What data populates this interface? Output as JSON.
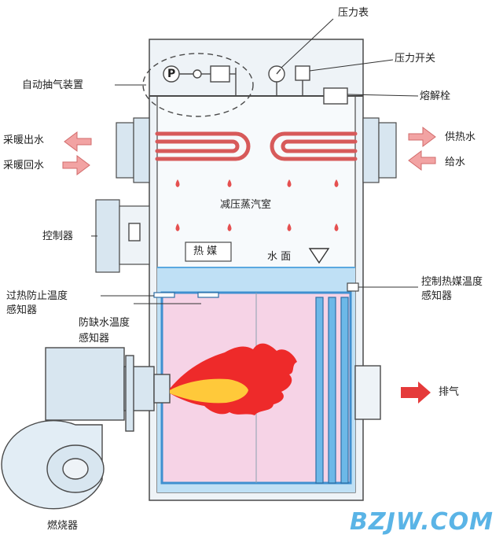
{
  "labels": {
    "pressure_gauge": "压力表",
    "pressure_switch": "压力开关",
    "auto_deaerator": "自动抽气装置",
    "fusible_plug": "熔解栓",
    "heating_outlet": "采暖出水",
    "heating_return": "采暖回水",
    "hot_water_supply": "供热水",
    "water_feed": "给水",
    "vacuum_steam_chamber": "减压蒸汽室",
    "controller": "控制器",
    "heat_medium": "热 媒",
    "water_level": "水 面",
    "overheat_sensor_line1": "过热防止温度",
    "overheat_sensor_line2": "感知器",
    "low_water_sensor_line1": "防缺水温度",
    "low_water_sensor_line2": "感知器",
    "medium_temp_sensor_line1": "控制热媒温度",
    "medium_temp_sensor_line2": "感知器",
    "exhaust": "排气",
    "burner": "燃烧器",
    "pump_symbol": "P"
  },
  "watermark": "BZJW.COM",
  "colors": {
    "body": "#eef3f7",
    "outline": "#4a4a4a",
    "water": "#bfe0f5",
    "water_edge": "#5aa9e0",
    "furnace": "#f6d3e6",
    "flame_outer": "#ee2a2a",
    "flame_inner": "#ffc93a",
    "arrow": "#f2a3a3",
    "arrow_stroke": "#d26b6b",
    "coil": "#d75a5a",
    "drop": "#e55050",
    "exhaust_arrow": "#e53a3a"
  }
}
